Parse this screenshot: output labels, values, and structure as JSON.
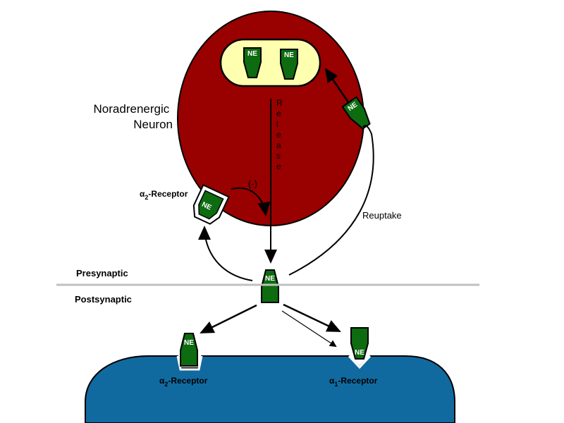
{
  "neuron_label": {
    "line1": "Noradrenergic",
    "line2": "Neuron"
  },
  "release_label": "Release",
  "inhibit_label": "(-)",
  "reuptake_label": "Reuptake",
  "presynaptic_label": "Presynaptic",
  "postsynaptic_label": "Postsynaptic",
  "alpha2_pre_label": {
    "sym": "α",
    "sub": "2",
    "rest": "-Receptor"
  },
  "alpha2_post_label": {
    "sym": "α",
    "sub": "2",
    "rest": "-Receptor"
  },
  "alpha1_post_label": {
    "sym": "α",
    "sub": "1",
    "rest": "-Receptor"
  },
  "ne_text": "NE",
  "colors": {
    "neuron": "#990000",
    "vesicle": "#ffffb0",
    "ne": "#0d6b10",
    "postsynaptic_cell": "#106aa0",
    "membrane_line": "#c0c0c0"
  }
}
